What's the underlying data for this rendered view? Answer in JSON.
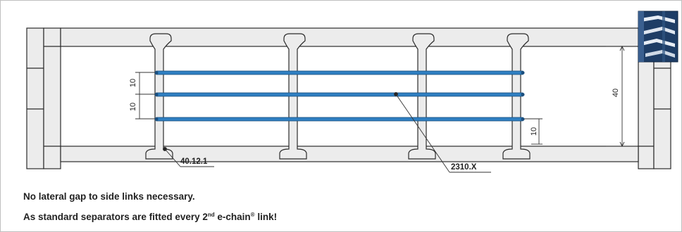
{
  "labels": {
    "separator_part": "40.12.1",
    "rod_part": "2310.X"
  },
  "dimensions": {
    "spacing_top": "10",
    "spacing_middle": "10",
    "spacing_bottom": "10",
    "inner_height": "40"
  },
  "notes": {
    "line1": "No lateral gap to side links necessary.",
    "line2_start": "As standard separators are fitted every 2",
    "line2_sup": "nd",
    "line2_mid": " e-chain",
    "line2_reg": "®",
    "line2_end": " link!"
  },
  "colors": {
    "rod": "#2f7fc2",
    "outline": "#2b2b2b",
    "fill": "#ececec",
    "dim": "#333333"
  }
}
